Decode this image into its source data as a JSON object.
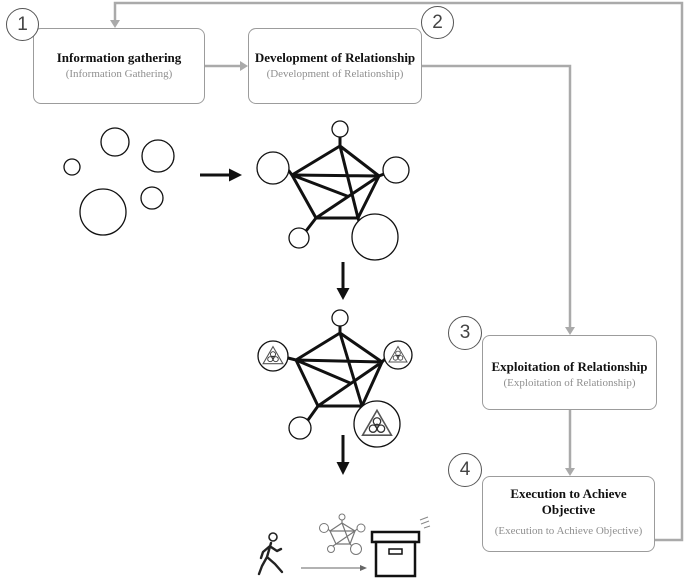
{
  "steps": [
    {
      "number": "1",
      "title": "Information gathering",
      "subtitle": "(Information Gathering)"
    },
    {
      "number": "2",
      "title": "Development of Relationship",
      "subtitle": "(Development of Relationship)"
    },
    {
      "number": "3",
      "title": "Exploitation of Relationship",
      "subtitle": "(Exploitation of Relationship)"
    },
    {
      "number": "4",
      "title": "Execution to Achieve Objective",
      "subtitle": "(Execution to Achieve Objective)"
    }
  ],
  "colors": {
    "connector": "#aaaaaa",
    "box_border": "#9c9c9c",
    "subtitle": "#8f8f8f",
    "ink": "#111111",
    "badge_ink": "#444444",
    "icon_gray": "#777777"
  },
  "icons": {
    "scattered_nodes": "scattered-circles-icon",
    "network": "network-icon",
    "infected_network": "infected-network-icon",
    "hazard": "biohazard-icon",
    "attacker": "walking-person-icon",
    "stolen_network": "mini-network-icon",
    "target": "archive-box-icon"
  }
}
